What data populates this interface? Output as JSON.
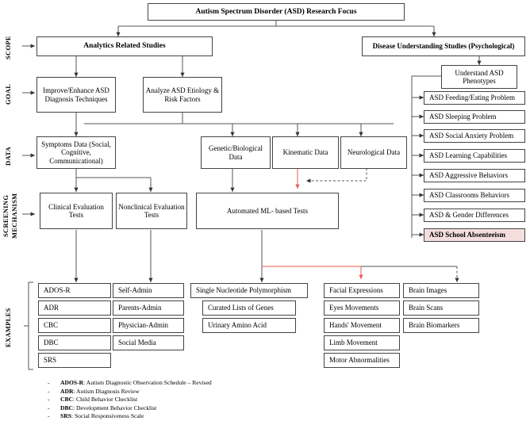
{
  "title": "Autism Spectrum Disorder (ASD) Research Focus",
  "row_labels": {
    "scope": "SCOPE",
    "goal": "GOAL",
    "data": "DATA",
    "screening": "SCREENING\nMECHANISM",
    "screening_l1": "SCREENING",
    "screening_l2": "MECHANISM",
    "examples": "EXAMPLES"
  },
  "scope": {
    "analytics": "Analytics Related Studies",
    "disease": "Disease Understanding Studies (Psychological)"
  },
  "goal": {
    "improve": "Improve/Enhance ASD Diagnosis Techniques",
    "analyze": "Analyze ASD Etiology & Risk Factors",
    "phenotypes": "Understand ASD Phenotypes"
  },
  "phenotype_items": [
    "ASD Feeding/Eating Problem",
    "ASD Sleeping Problem",
    "ASD Social Anxiety Problem",
    "ASD Learning Capabilities",
    "ASD Aggressive Behaviors",
    "ASD Classrooms Behaviors",
    "ASD & Gender Differences",
    "ASD School Absenteeism"
  ],
  "data_row": {
    "symptoms": "Symptoms Data (Social, Cognitive, Communicational)",
    "genetic": "Genetic/Biological Data",
    "kinematic": "Kinematic Data",
    "neurological": "Neurological Data"
  },
  "screening_row": {
    "clinical": "Clinical Evaluation Tests",
    "nonclinical": "Nonclinical Evaluation Tests",
    "automated": "Automated ML- based Tests"
  },
  "examples": {
    "col1": [
      "ADOS-R",
      "ADR",
      "CBC",
      "DBC",
      "SRS"
    ],
    "col2": [
      "Self-Admin",
      "Parents-Admin",
      "Physician-Admin",
      "Social Media"
    ],
    "col3": [
      "Single Nucleotide Polymorphism",
      "Curated Lists of Genes",
      "Urinary Amino Acid"
    ],
    "col4": [
      "Facial Expressions",
      "Eyes Movements",
      "Hands' Movement",
      "Limb Movement",
      "Motor Abnormalities"
    ],
    "col5": [
      "Brain Images",
      "Brain Scans",
      "Brain Biomarkers"
    ]
  },
  "legend": [
    {
      "abbr": "ADOS-R",
      "text": ": Autism Diagnostic Observation Schedule – Revised"
    },
    {
      "abbr": "ADR",
      "text": ": Autism Diagnosis Review"
    },
    {
      "abbr": "CBC",
      "text": ": Child Behavior Checklist"
    },
    {
      "abbr": "DBC",
      "text": ": Development Behavior Checklist"
    },
    {
      "abbr": "SRS",
      "text": ": Social Responsiveness Scale"
    }
  ],
  "colors": {
    "highlight_bg": "#f5dede",
    "accent_red": "#e8594f",
    "line": "#555555"
  }
}
